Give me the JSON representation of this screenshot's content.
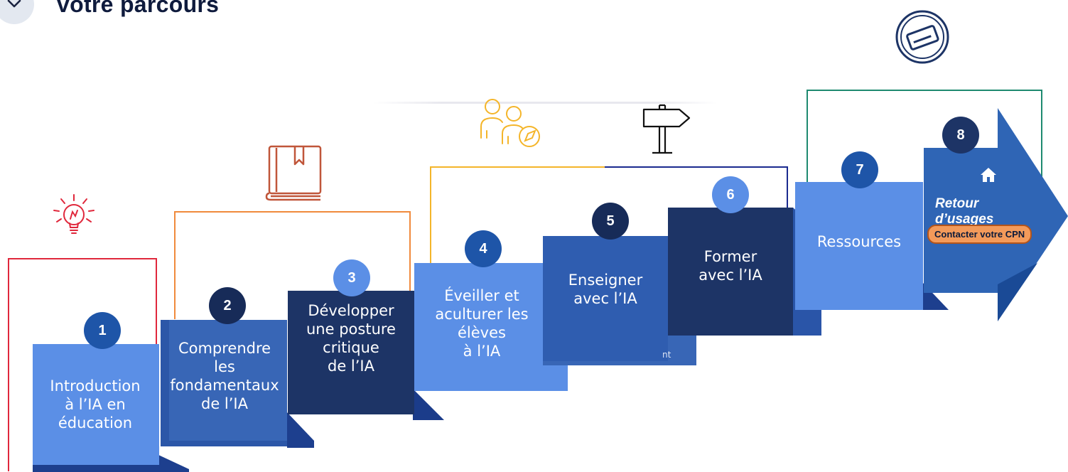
{
  "header": {
    "title": "votre parcours",
    "toggle_icon": "chevron-down-icon"
  },
  "steps": [
    {
      "number": "1",
      "label": "Introduction\nà l’IA en\néducation",
      "color": "#5b8fe6"
    },
    {
      "number": "2",
      "label": "Comprendre\nles\nfondamentaux\nde l’IA",
      "color": "#3866b6"
    },
    {
      "number": "3",
      "label": "Développer\nune posture\ncritique\nde l’IA",
      "color": "#1d3466"
    },
    {
      "number": "4",
      "label": "Éveiller et\naculturer les\nélèves\nà l’IA",
      "color": "#5b8fe6"
    },
    {
      "number": "5",
      "label": "Enseigner\navec l’IA",
      "color": "#3866b6",
      "fragment": "nt"
    },
    {
      "number": "6",
      "label": "Former\navec l’IA",
      "color": "#1d3466"
    },
    {
      "number": "7",
      "label": "Ressources",
      "color": "#5b8fe6"
    },
    {
      "number": "8",
      "label": "Retour d’usages",
      "color": "#2f65b5"
    }
  ],
  "final": {
    "title": "Retour d’usages",
    "button_label": "Contacter votre CPN",
    "home_icon": "home-icon"
  },
  "icons": {
    "lightbulb": "lightbulb-icon",
    "book": "book-icon",
    "people": "people-compass-icon",
    "signpost": "signpost-icon",
    "badge": "card-badge-icon"
  },
  "colors": {
    "bracket_red": "#e0283c",
    "bracket_orange": "#f08a3c",
    "bracket_yellow": "#f4b52a",
    "bracket_navy": "#1a2a8f",
    "bracket_teal": "#1e8a70"
  }
}
